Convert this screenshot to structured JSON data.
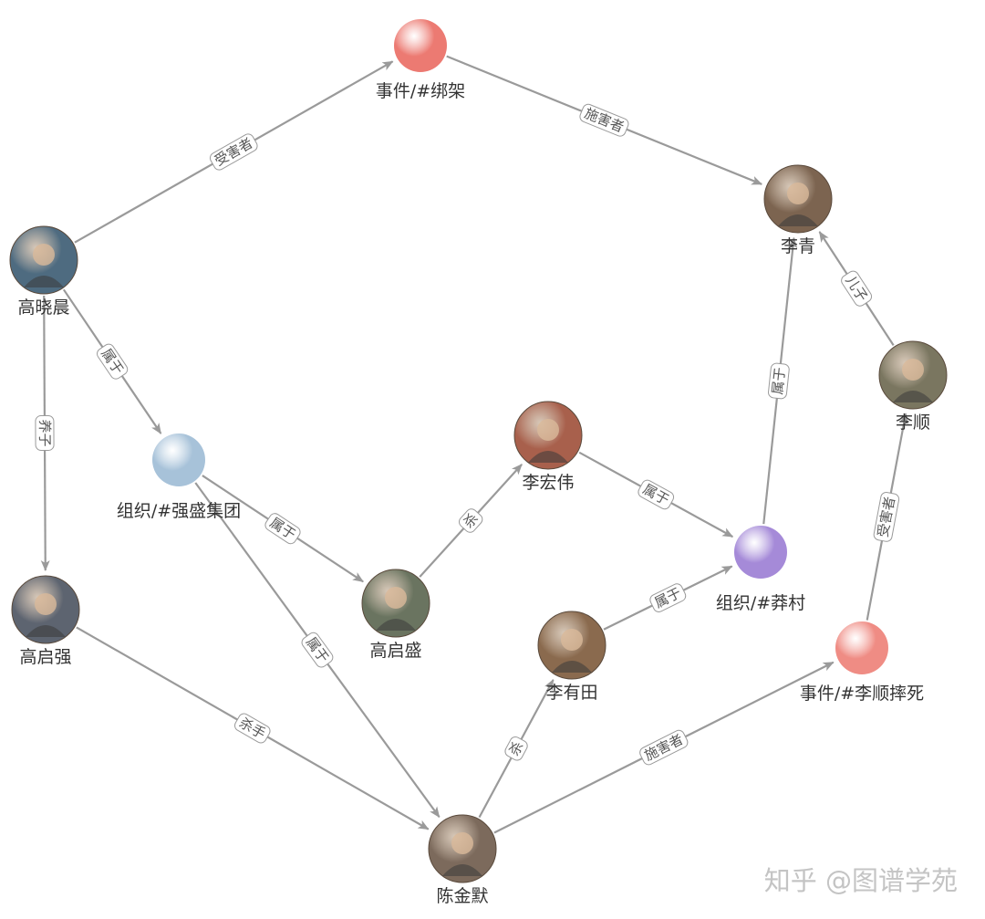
{
  "nodes": [
    {
      "id": "kidnap",
      "label": "事件/#绑架",
      "kind": "event",
      "color": "#ec7a72"
    },
    {
      "id": "liqing",
      "label": "李青",
      "kind": "person",
      "color": "#7c6450"
    },
    {
      "id": "gaoxiaochen",
      "label": "高晓晨",
      "kind": "person",
      "color": "#4e6b80"
    },
    {
      "id": "qiangsheng",
      "label": "组织/#强盛集团",
      "kind": "organization",
      "color": "#a7c2d9"
    },
    {
      "id": "lihongwei",
      "label": "李宏伟",
      "kind": "person",
      "color": "#a8604c"
    },
    {
      "id": "lishun",
      "label": "李顺",
      "kind": "person",
      "color": "#7a7660"
    },
    {
      "id": "mangcun",
      "label": "组织/#莽村",
      "kind": "organization",
      "color": "#a58ad8"
    },
    {
      "id": "gaoqiqiang",
      "label": "高启强",
      "kind": "person",
      "color": "#5d6470"
    },
    {
      "id": "gaoqisheng",
      "label": "高启盛",
      "kind": "person",
      "color": "#6a7460"
    },
    {
      "id": "liyoutian",
      "label": "李有田",
      "kind": "person",
      "color": "#8a6a4e"
    },
    {
      "id": "lishundeath",
      "label": "事件/#李顺摔死",
      "kind": "event",
      "color": "#ef8c84"
    },
    {
      "id": "chenjinmo",
      "label": "陈金默",
      "kind": "person",
      "color": "#7c6a5c"
    }
  ],
  "edges": [
    {
      "from": "gaoxiaochen",
      "to": "kidnap",
      "label": "受害者"
    },
    {
      "from": "kidnap",
      "to": "liqing",
      "label": "施害者"
    },
    {
      "from": "gaoxiaochen",
      "to": "qiangsheng",
      "label": "属于"
    },
    {
      "from": "gaoxiaochen",
      "to": "gaoqiqiang",
      "label": "养子"
    },
    {
      "from": "qiangsheng",
      "to": "gaoqisheng",
      "label": "属于"
    },
    {
      "from": "qiangsheng",
      "to": "chenjinmo",
      "label": "属于"
    },
    {
      "from": "gaoqisheng",
      "to": "lihongwei",
      "label": "杀"
    },
    {
      "from": "lihongwei",
      "to": "mangcun",
      "label": "属于"
    },
    {
      "from": "mangcun",
      "to": "liqing",
      "label": "属于"
    },
    {
      "from": "lishun",
      "to": "liqing",
      "label": "儿子"
    },
    {
      "from": "lishundeath",
      "to": "lishun",
      "label": "受害者"
    },
    {
      "from": "liyoutian",
      "to": "mangcun",
      "label": "属于"
    },
    {
      "from": "gaoqiqiang",
      "to": "chenjinmo",
      "label": "杀手"
    },
    {
      "from": "chenjinmo",
      "to": "liyoutian",
      "label": "杀"
    },
    {
      "from": "chenjinmo",
      "to": "lishundeath",
      "label": "施害者"
    }
  ],
  "watermark": "知乎 @图谱学苑"
}
